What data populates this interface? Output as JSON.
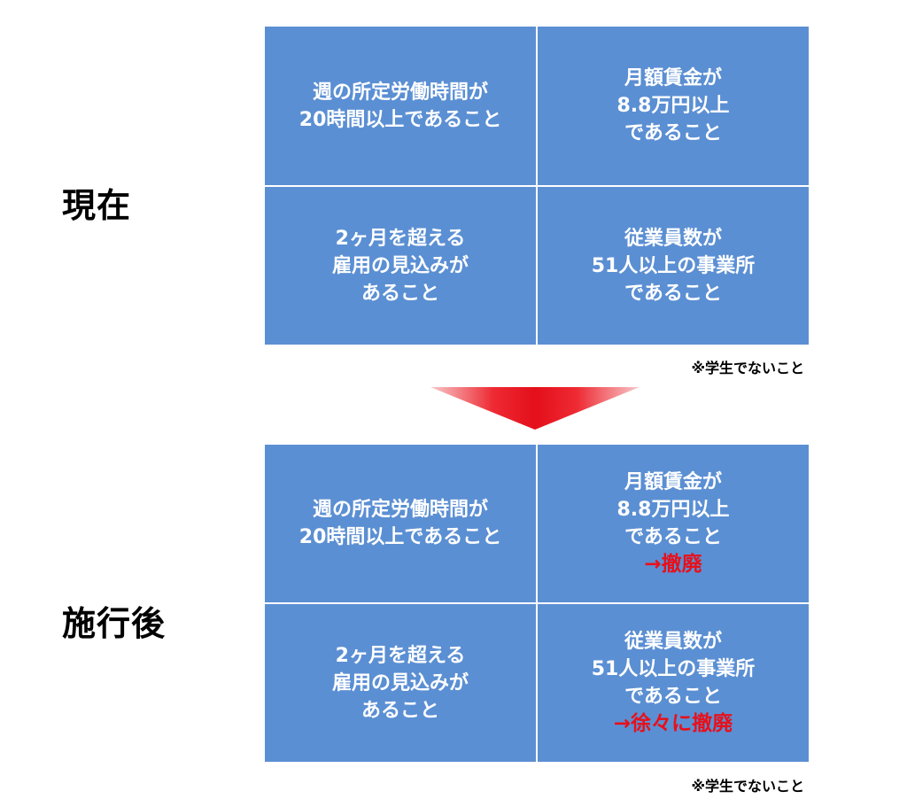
{
  "current": {
    "label": "現在",
    "cells": [
      [
        "週の所定労働時間が",
        "20時間以上であること"
      ],
      [
        "月額賃金が",
        "8.8万円以上",
        "であること"
      ],
      [
        "2ヶ月を超える",
        "雇用の見込みが",
        "あること"
      ],
      [
        "従業員数が",
        "51人以上の事業所",
        "であること"
      ]
    ],
    "note": "※学生でないこと"
  },
  "after": {
    "label": "施行後",
    "cells": [
      [
        "週の所定労働時間が",
        "20時間以上であること"
      ],
      [
        "月額賃金が",
        "8.8万円以上",
        "であること"
      ],
      [
        "2ヶ月を超える",
        "雇用の見込みが",
        "あること"
      ],
      [
        "従業員数が",
        "51人以上の事業所",
        "であること"
      ]
    ],
    "change_wage": "→撤廃",
    "change_employees": "→徐々に撤廃",
    "note": "※学生でないこと"
  },
  "colors": {
    "cell_fill": "#5b8fd3",
    "change_text": "#e8101a",
    "arrow": "#e8101a"
  },
  "icons": {
    "transition": "down-arrow-icon"
  }
}
